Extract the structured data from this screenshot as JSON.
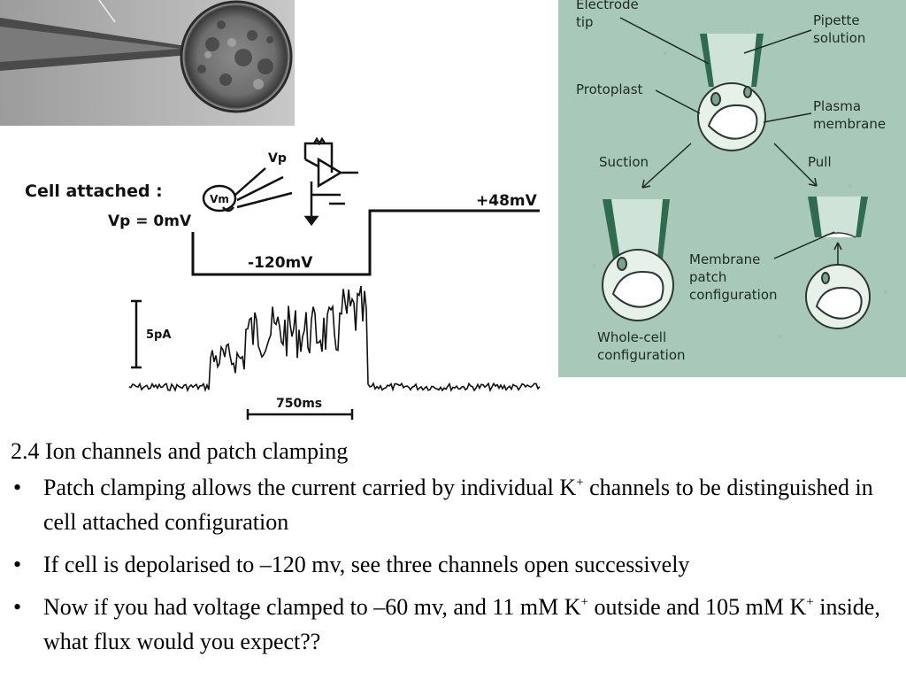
{
  "figure_left": {
    "label": "Cell  attached :",
    "vp_label": "Vp = 0mV",
    "vp_symbol": "Vp",
    "vm_symbol": "Vm",
    "depol_label": "+48mV",
    "hyperpol_label": "-120mV",
    "scale_current": "5pA",
    "scale_time": "750ms"
  },
  "diagram": {
    "electrode_tip": "Electrode tip",
    "electrode_line1": "Electrode",
    "electrode_line2": "tip",
    "pipette_line1": "Pipette",
    "pipette_line2": "solution",
    "protoplast": "Protoplast",
    "plasma_line1": "Plasma",
    "plasma_line2": "membrane",
    "suction": "Suction",
    "pull": "Pull",
    "membrane_line1": "Membrane",
    "membrane_line2": "patch",
    "membrane_line3": "configuration",
    "whole_line1": "Whole-cell",
    "whole_line2": "configuration",
    "background_color": "#a9c9b8",
    "pipette_color": "#2f6b4f"
  },
  "text": {
    "heading": "2.4 Ion channels and patch clamping",
    "bullet_marker": "•",
    "bullets": [
      {
        "pre": "Patch clamping allows the current carried by individual K",
        "sup": "+",
        "post": " channels to be distinguished in cell attached configuration"
      },
      {
        "pre": "If cell is depolarised to –120 mv, see three channels open successively",
        "sup": "",
        "post": ""
      },
      {
        "pre": "Now if you had voltage clamped to –60 mv, and 11 mM K",
        "sup": "+",
        "post": " outside and 105 mM K",
        "sup2": "+",
        "post2": " inside, what flux would you expect??"
      }
    ]
  }
}
